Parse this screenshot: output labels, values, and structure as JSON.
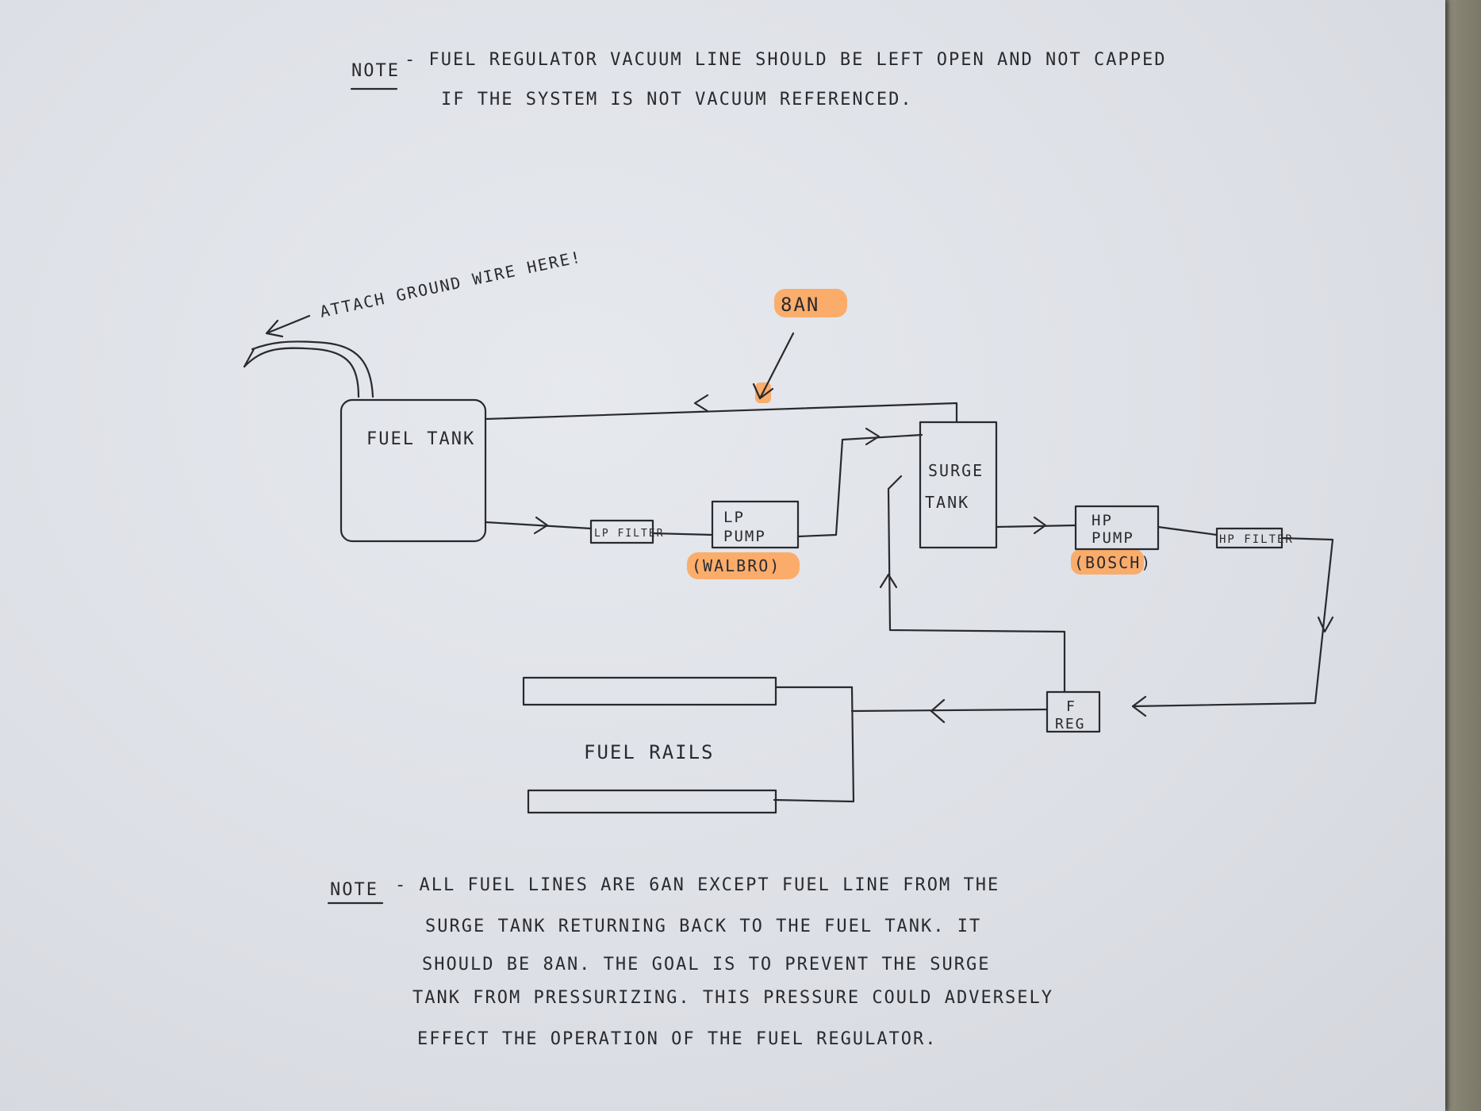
{
  "note_top": {
    "label": "NOTE",
    "line1": "- FUEL REGULATOR VACUUM LINE SHOULD BE LEFT OPEN AND NOT CAPPED",
    "line2": "IF THE SYSTEM IS NOT VACUUM REFERENCED."
  },
  "ground_note": "ATTACH GROUND WIRE HERE!",
  "line_size_label": "8AN",
  "components": {
    "fuel_tank": "FUEL TANK",
    "lp_filter": "LP FILTER",
    "lp_pump_line1": "LP",
    "lp_pump_line2": "PUMP",
    "lp_pump_brand": "(WALBRO)",
    "surge_tank_line1": "SURGE",
    "surge_tank_line2": "TANK",
    "hp_pump_line1": "HP",
    "hp_pump_line2": "PUMP",
    "hp_pump_brand": "(BOSCH)",
    "hp_filter": "HP FILTER",
    "fuel_reg_line1": "F",
    "fuel_reg_line2": "REG",
    "fuel_rails": "FUEL RAILS"
  },
  "note_bottom": {
    "label": "NOTE",
    "line1": "- ALL FUEL LINES ARE 6AN EXCEPT FUEL LINE FROM THE",
    "line2": "SURGE TANK RETURNING BACK TO THE FUEL TANK. IT",
    "line3": "SHOULD BE 8AN. THE GOAL IS TO PREVENT THE SURGE",
    "line4": "TANK FROM PRESSURIZING. THIS PRESSURE COULD ADVERSELY",
    "line5": "EFFECT THE OPERATION OF THE FUEL REGULATOR."
  },
  "colors": {
    "ink": "#2a2a2e",
    "highlight": "#ffa255",
    "paper": "#dfe2e8"
  }
}
